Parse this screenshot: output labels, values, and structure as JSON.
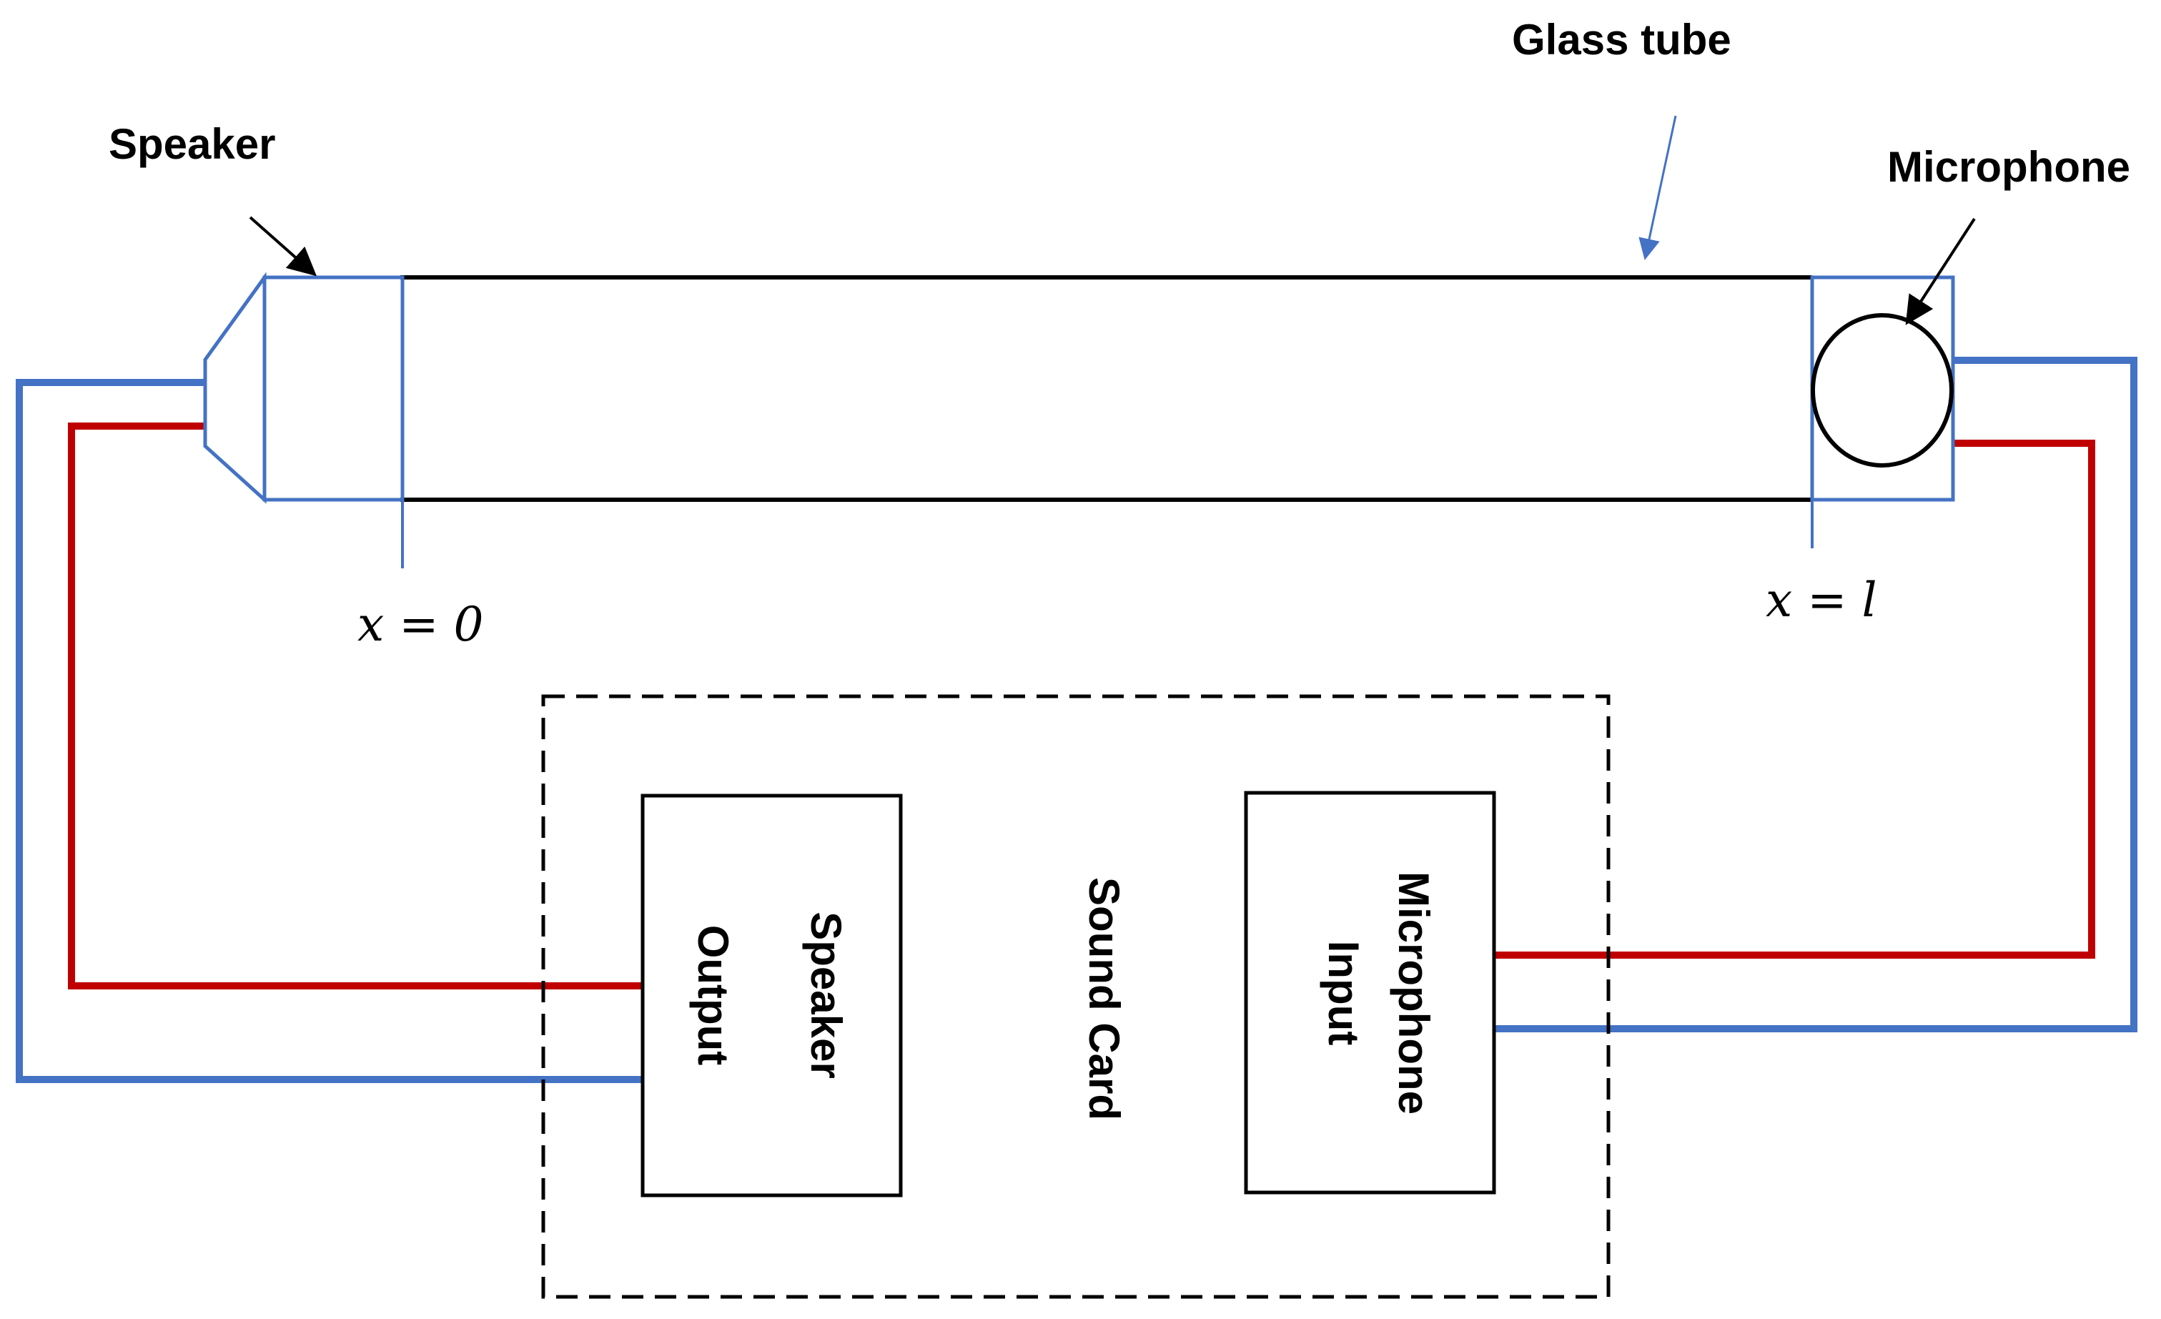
{
  "labels": {
    "speaker": "Speaker",
    "glass_tube": "Glass tube",
    "microphone": "Microphone",
    "x0": "x = 0",
    "xl": "x = l",
    "sound_card": "Sound Card",
    "speaker_output_line1": "Speaker",
    "speaker_output_line2": "Output",
    "microphone_input_line1": "Microphone",
    "microphone_input_line2": "Input"
  },
  "colors": {
    "outline": "#000000",
    "tube_end_caps": "#4472c4",
    "wire_blue": "#4472c4",
    "wire_red": "#c00000",
    "arrow_glass_tube": "#4472c4"
  }
}
